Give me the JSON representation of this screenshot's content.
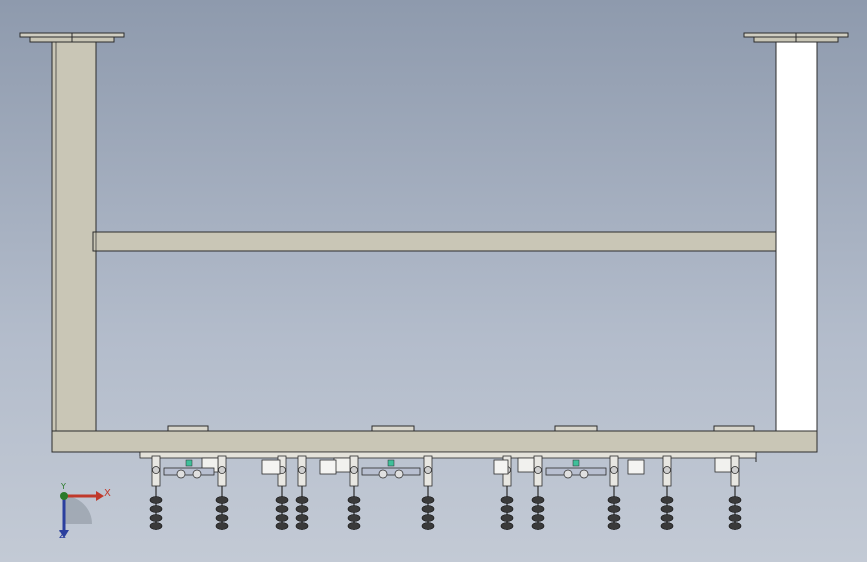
{
  "app": {
    "view_type": "cad-front-view-drawing",
    "background_top": "#8e9aad",
    "background_bottom": "#c3cad5"
  },
  "model": {
    "frame_color_shaded": "#c9c6b6",
    "frame_color_highlight": "#ffffff",
    "outline_color": "#2c2c2c",
    "clamp_assembly_count": 8,
    "mount_plate_count": 4
  },
  "triad": {
    "x_label": "X",
    "y_label": "Y",
    "z_label": "Z",
    "x_color": "#c0392b",
    "y_color": "#2a7a2a",
    "z_color": "#2b3f9e"
  }
}
